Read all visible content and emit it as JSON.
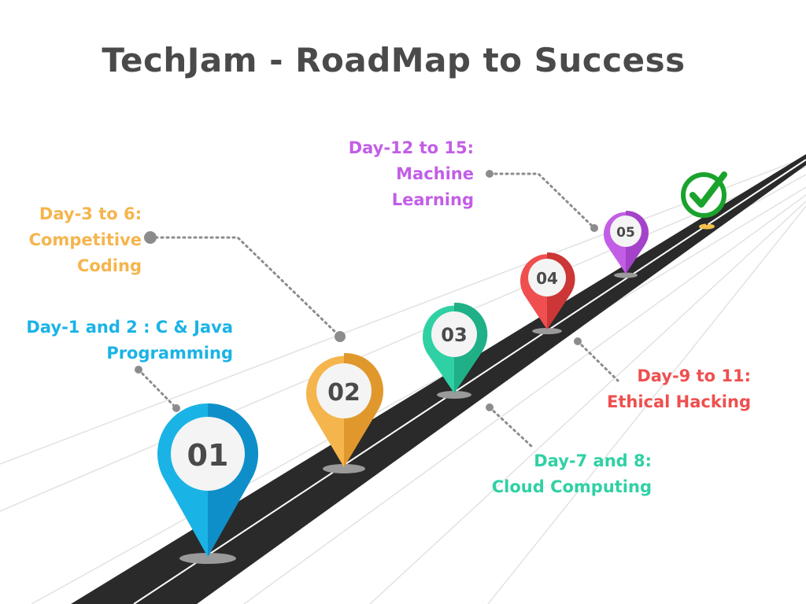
{
  "title": "TechJam - RoadMap to Success",
  "colors": {
    "blue": "#1ab3e6",
    "orange": "#f5b54d",
    "green": "#2fd1a4",
    "red": "#ef4f4f",
    "purple": "#c25ee6",
    "check": "#1aa32c",
    "road": "#2a2a2a"
  },
  "milestones": [
    {
      "number": "01",
      "lines": [
        "Day-1 and 2 : C & Java",
        "Programming"
      ]
    },
    {
      "number": "02",
      "lines": [
        "Day-3 to 6:",
        "Competitive",
        "Coding"
      ]
    },
    {
      "number": "03",
      "lines": [
        "Day-7 and 8:",
        "Cloud Computing"
      ]
    },
    {
      "number": "04",
      "lines": [
        "Day-9 to 11:",
        "Ethical Hacking"
      ]
    },
    {
      "number": "05",
      "lines": [
        "Day-12 to 15:",
        "Machine",
        "Learning"
      ]
    }
  ],
  "finish_icon": "checkmark-icon"
}
